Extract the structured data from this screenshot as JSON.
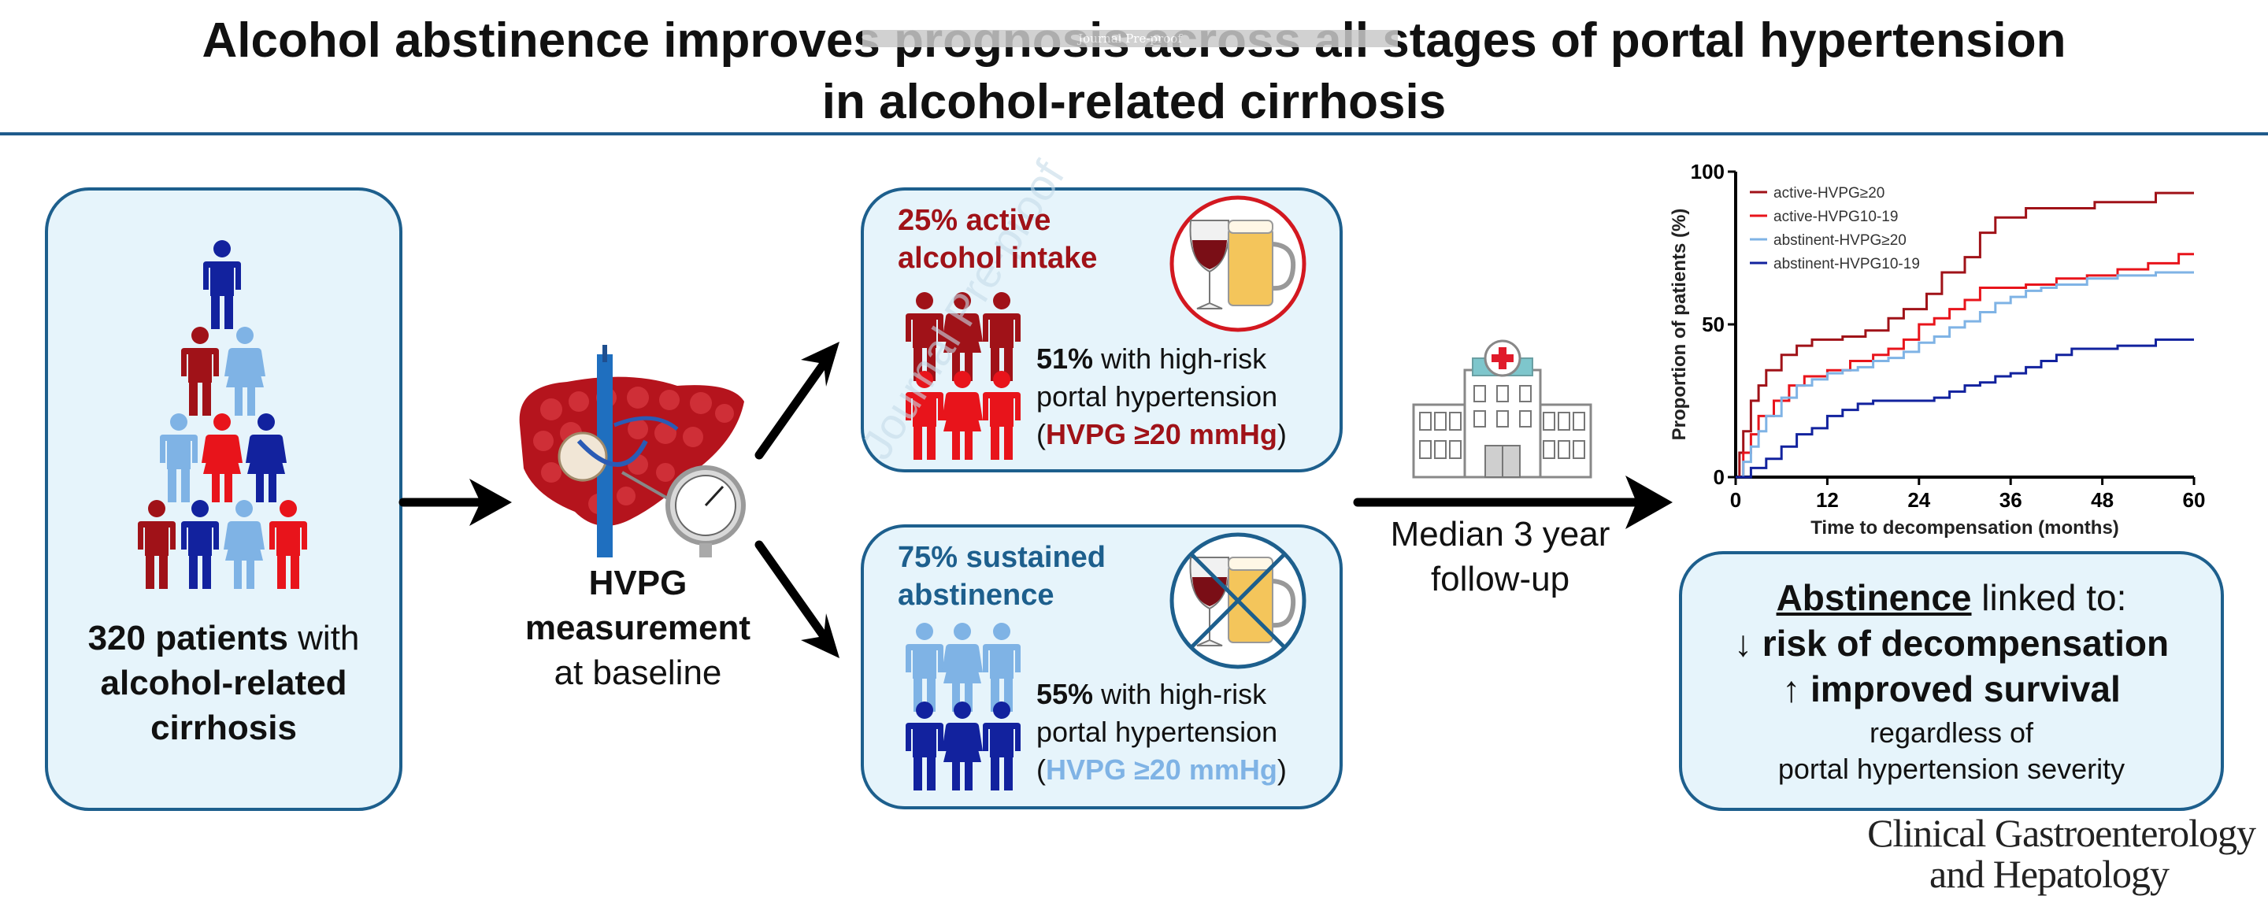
{
  "title": {
    "line1": "Alcohol abstinence improves prognosis across all stages of portal hypertension",
    "line2": "in alcohol-related cirrhosis"
  },
  "watermark": {
    "banner": "Journal Pre-proof",
    "diagonal": "Journal Pre-proof"
  },
  "colors": {
    "dark_red": "#a01218",
    "red": "#e8141b",
    "light_blue": "#7fb3e5",
    "dark_blue": "#12229e",
    "border": "#1d5f8d",
    "box_fill": "#e6f4fb"
  },
  "cohort": {
    "count": "320 patients",
    "with": " with",
    "line2": "alcohol-related",
    "line3": "cirrhosis",
    "pyramid_icons": [
      "dark_blue",
      "dark_red",
      "light_blue",
      "light_blue",
      "red",
      "dark_blue",
      "dark_red",
      "dark_blue",
      "light_blue",
      "red"
    ]
  },
  "measurement": {
    "line1": "HVPG",
    "line2": "measurement",
    "line3": "at baseline"
  },
  "active": {
    "head1": "25% active",
    "head2": "alcohol intake",
    "pct": "51%",
    "rest1": " with high-risk",
    "rest2": "portal hypertension",
    "paren_open": "(",
    "hvpg": "HVPG ≥20 mmHg",
    "paren_close": ")",
    "icon": "wine-beer-icon"
  },
  "abstinent": {
    "head1": "75% sustained",
    "head2": "abstinence",
    "pct": "55%",
    "rest1": " with high-risk",
    "rest2": "portal hypertension",
    "paren_open": "(",
    "hvpg": "HVPG ≥20 mmHg",
    "paren_close": ")",
    "icon": "no-alcohol-icon"
  },
  "followup": {
    "line1": "Median 3 year",
    "line2": "follow-up",
    "icon": "hospital-icon"
  },
  "result": {
    "word": "Abstinence",
    "linked": " linked to:",
    "line2": "↓ risk of decompensation",
    "line3": "↑ improved survival",
    "line4": "regardless of",
    "line5": "portal hypertension severity"
  },
  "journal": {
    "line1": "Clinical Gastroenterology",
    "line2": "and Hepatology"
  },
  "chart_data": {
    "type": "line",
    "step": true,
    "xlabel": "Time to decompensation (months)",
    "ylabel": "Proportion of patients (%)",
    "xlim": [
      0,
      60
    ],
    "ylim": [
      0,
      100
    ],
    "xticks": [
      0,
      12,
      24,
      36,
      48,
      60
    ],
    "yticks": [
      0,
      50,
      100
    ],
    "legend_position": "top-left",
    "series": [
      {
        "name": "active-HVPG≥20",
        "color": "#a01218",
        "points": [
          [
            0,
            0
          ],
          [
            0.5,
            8
          ],
          [
            1,
            15
          ],
          [
            2,
            25
          ],
          [
            3,
            30
          ],
          [
            4,
            35
          ],
          [
            6,
            40
          ],
          [
            8,
            43
          ],
          [
            10,
            45
          ],
          [
            14,
            46
          ],
          [
            17,
            48
          ],
          [
            20,
            52
          ],
          [
            22,
            55
          ],
          [
            25,
            60
          ],
          [
            27,
            67
          ],
          [
            30,
            72
          ],
          [
            32,
            80
          ],
          [
            34,
            85
          ],
          [
            38,
            88
          ],
          [
            46,
            88
          ],
          [
            47,
            90
          ],
          [
            55,
            93
          ],
          [
            60,
            93
          ]
        ]
      },
      {
        "name": "active-HVPG10-19",
        "color": "#e8141b",
        "points": [
          [
            0,
            0
          ],
          [
            1,
            8
          ],
          [
            2,
            14
          ],
          [
            3,
            20
          ],
          [
            5,
            25
          ],
          [
            7,
            30
          ],
          [
            9,
            33
          ],
          [
            12,
            35
          ],
          [
            15,
            38
          ],
          [
            18,
            40
          ],
          [
            20,
            42
          ],
          [
            22,
            45
          ],
          [
            24,
            50
          ],
          [
            26,
            52
          ],
          [
            28,
            55
          ],
          [
            30,
            58
          ],
          [
            32,
            62
          ],
          [
            34,
            62
          ],
          [
            38,
            63
          ],
          [
            42,
            65
          ],
          [
            46,
            66
          ],
          [
            50,
            68
          ],
          [
            54,
            70
          ],
          [
            58,
            73
          ],
          [
            60,
            73
          ]
        ]
      },
      {
        "name": "abstinent-HVPG≥20",
        "color": "#7fb3e5",
        "points": [
          [
            0,
            0
          ],
          [
            1,
            5
          ],
          [
            2,
            10
          ],
          [
            3,
            15
          ],
          [
            4,
            20
          ],
          [
            6,
            26
          ],
          [
            8,
            30
          ],
          [
            10,
            32
          ],
          [
            12,
            34
          ],
          [
            14,
            35
          ],
          [
            16,
            36
          ],
          [
            18,
            38
          ],
          [
            20,
            39
          ],
          [
            22,
            41
          ],
          [
            24,
            44
          ],
          [
            26,
            46
          ],
          [
            28,
            49
          ],
          [
            30,
            51
          ],
          [
            32,
            54
          ],
          [
            34,
            57
          ],
          [
            36,
            59
          ],
          [
            38,
            61
          ],
          [
            40,
            62
          ],
          [
            42,
            63
          ],
          [
            46,
            65
          ],
          [
            50,
            66
          ],
          [
            55,
            67
          ],
          [
            60,
            67
          ]
        ]
      },
      {
        "name": "abstinent-HVPG10-19",
        "color": "#12229e",
        "points": [
          [
            0,
            0
          ],
          [
            2,
            3
          ],
          [
            4,
            6
          ],
          [
            6,
            10
          ],
          [
            8,
            14
          ],
          [
            10,
            16
          ],
          [
            12,
            20
          ],
          [
            14,
            22
          ],
          [
            16,
            24
          ],
          [
            18,
            25
          ],
          [
            20,
            25
          ],
          [
            24,
            25
          ],
          [
            26,
            26
          ],
          [
            28,
            28
          ],
          [
            30,
            30
          ],
          [
            32,
            31
          ],
          [
            34,
            33
          ],
          [
            36,
            34
          ],
          [
            38,
            36
          ],
          [
            40,
            38
          ],
          [
            42,
            40
          ],
          [
            44,
            42
          ],
          [
            50,
            43
          ],
          [
            55,
            45
          ],
          [
            60,
            45
          ]
        ]
      }
    ]
  }
}
